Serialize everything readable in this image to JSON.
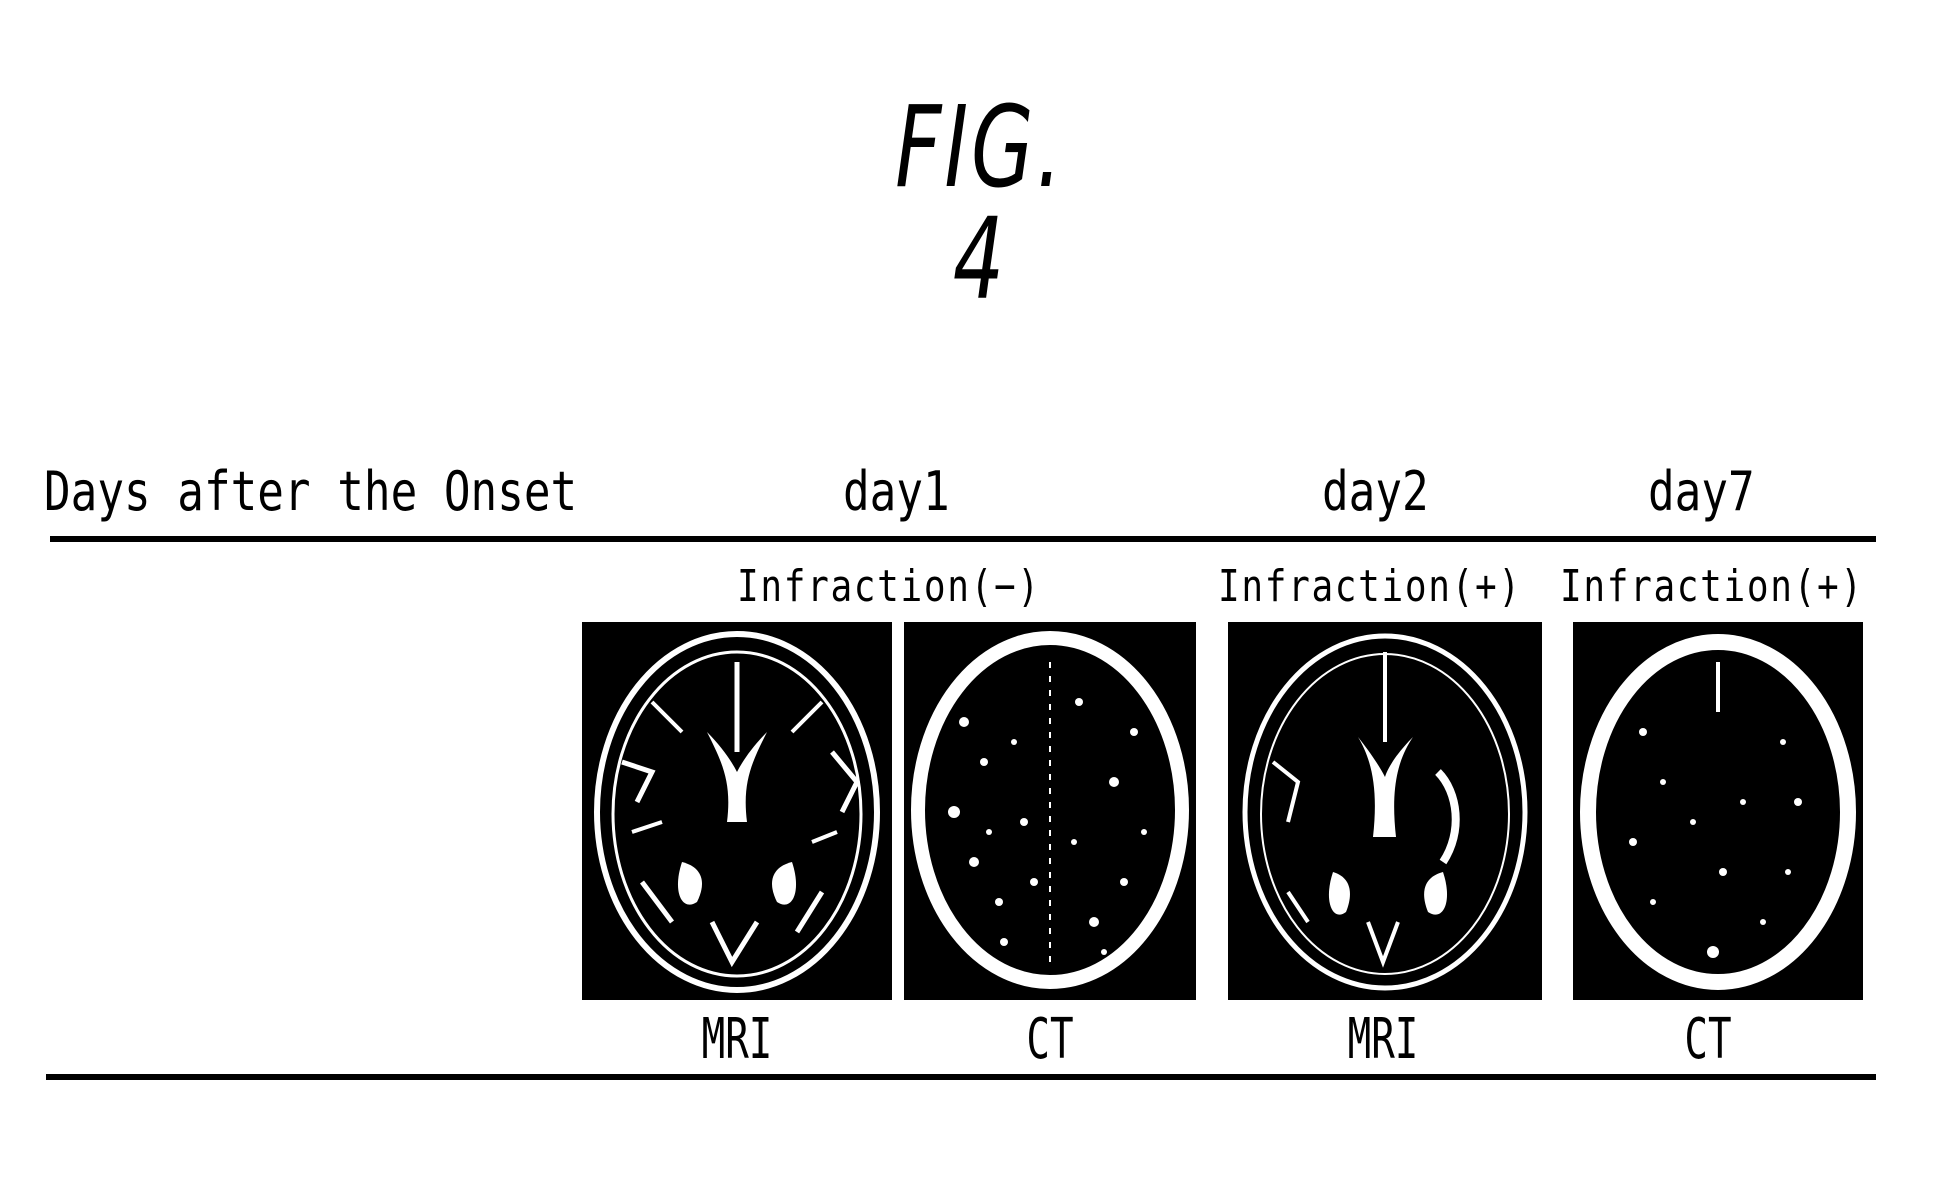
{
  "figure": {
    "title": "FIG. 4"
  },
  "table": {
    "row_header": "Days after the Onset",
    "columns": [
      {
        "day": "day1",
        "finding": "Infraction(−)",
        "modalities": [
          "MRI",
          "CT"
        ]
      },
      {
        "day": "day2",
        "finding": "Infraction(+)",
        "modalities": [
          "MRI"
        ]
      },
      {
        "day": "day7",
        "finding": "Infraction(+)",
        "modalities": [
          "CT"
        ]
      }
    ],
    "panels": [
      {
        "label": "MRI",
        "day": "day1",
        "description": "Axial brain MRI slice, black background with white outlines of skull, ventricles and sulci"
      },
      {
        "label": "CT",
        "day": "day1",
        "description": "Axial brain CT slice, thick white skull ring with speckled parenchyma"
      },
      {
        "label": "MRI",
        "day": "day2",
        "description": "Axial brain MRI slice showing ventricles and lesion area"
      },
      {
        "label": "CT",
        "day": "day7",
        "description": "Axial brain CT slice, thick white skull ring with sparse speckles"
      }
    ]
  }
}
